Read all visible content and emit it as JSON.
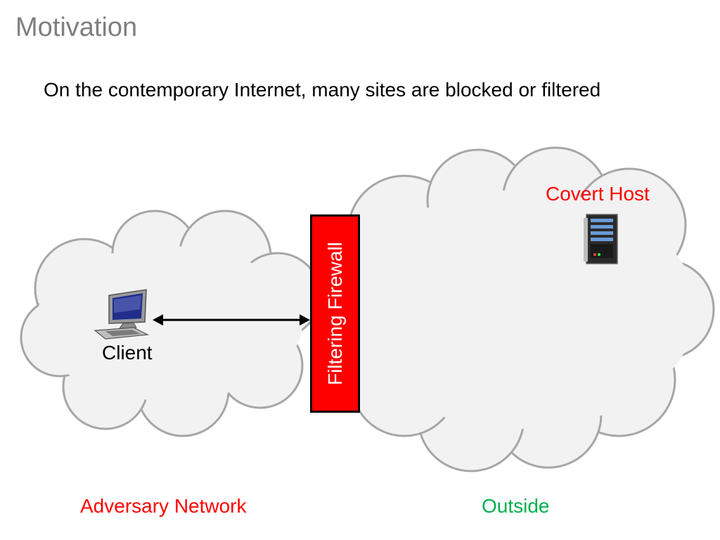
{
  "slide": {
    "title": "Motivation",
    "subtitle": "On the contemporary Internet, many sites are blocked or filtered"
  },
  "diagram": {
    "client_label": "Client",
    "firewall_label": "Filtering Firewall",
    "covert_host_label": "Covert Host",
    "adversary_network_label": "Adversary Network",
    "outside_label": "Outside",
    "client_icon": "desktop-computer-icon",
    "server_icon": "server-tower-icon",
    "connection": "bidirectional-arrow",
    "colors": {
      "title": "#7f7f7f",
      "cloud_fill": "#f2f2f2",
      "cloud_stroke": "#a6a6a6",
      "firewall": "#ff0000",
      "covert_host": "#ff0000",
      "adversary_network": "#ff0000",
      "outside": "#00b050"
    }
  }
}
